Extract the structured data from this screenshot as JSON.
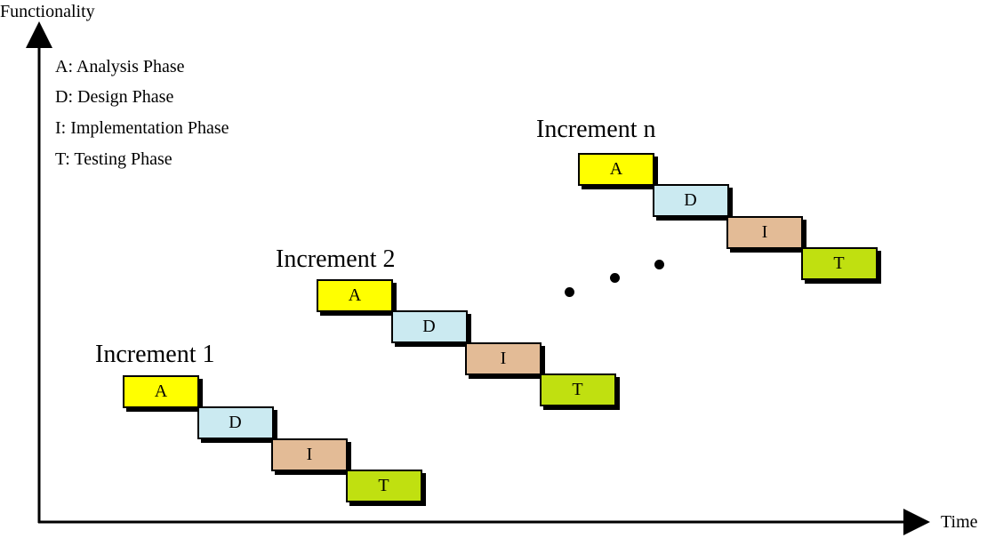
{
  "axes": {
    "y_label": "Functionality",
    "x_label": "Time"
  },
  "legend": [
    "A: Analysis Phase",
    "D: Design Phase",
    "I: Implementation Phase",
    "T: Testing Phase"
  ],
  "phases": [
    {
      "letter": "A",
      "color": "#ffff00"
    },
    {
      "letter": "D",
      "color": "#cbeaf1"
    },
    {
      "letter": "I",
      "color": "#e3bb96"
    },
    {
      "letter": "T",
      "color": "#c0e010"
    }
  ],
  "increments": [
    {
      "label": "Increment 1"
    },
    {
      "label": "Increment 2"
    },
    {
      "label": "Increment n"
    }
  ]
}
